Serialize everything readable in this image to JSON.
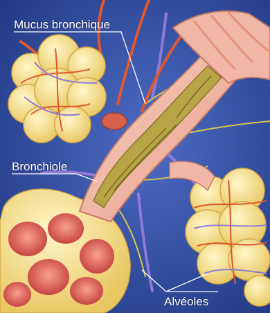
{
  "labels": {
    "mucus": "Mucus bronchique",
    "bronchiole": "Bronchiole",
    "alveoles": "Alvéoles"
  },
  "colors": {
    "background": "#2c4a9a",
    "leader_line": "#ffffff",
    "alveolus_fill": "#f3df86",
    "bronchus_wall": "#f1b7a6",
    "mucus": "#b8a446",
    "artery": "#e2572c",
    "vein": "#8f7bd6",
    "nerve": "#d9c84a"
  }
}
